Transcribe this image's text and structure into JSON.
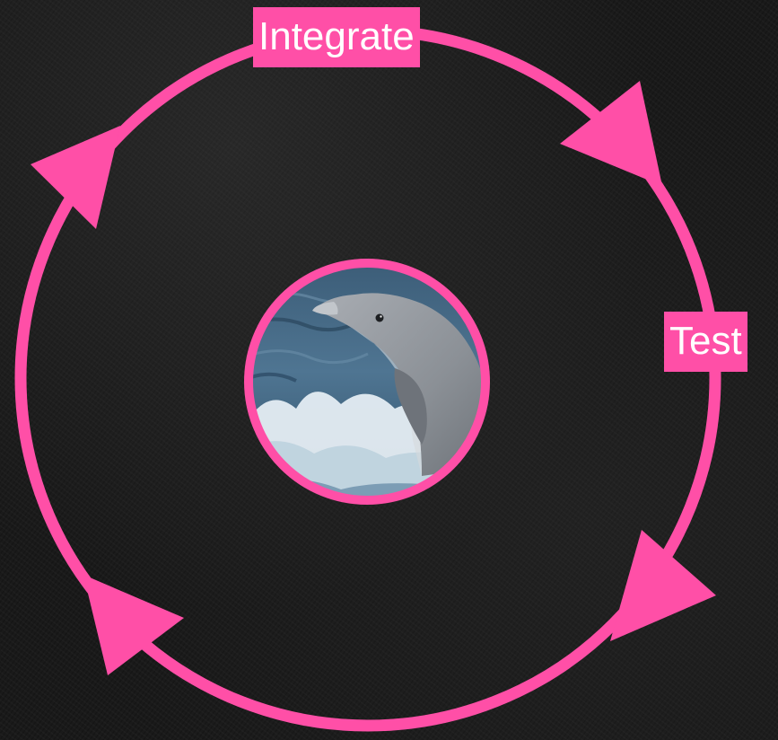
{
  "colors": {
    "accent": "#ff4fa7",
    "background": "#1a1a1a",
    "label_text": "#ffffff"
  },
  "diagram": {
    "type": "cycle",
    "steps": [
      {
        "label": "Integrate"
      },
      {
        "label": "Test"
      }
    ],
    "arrow_count": 4,
    "arrow_direction": "clockwise",
    "center_image": "dolphin-photo"
  }
}
